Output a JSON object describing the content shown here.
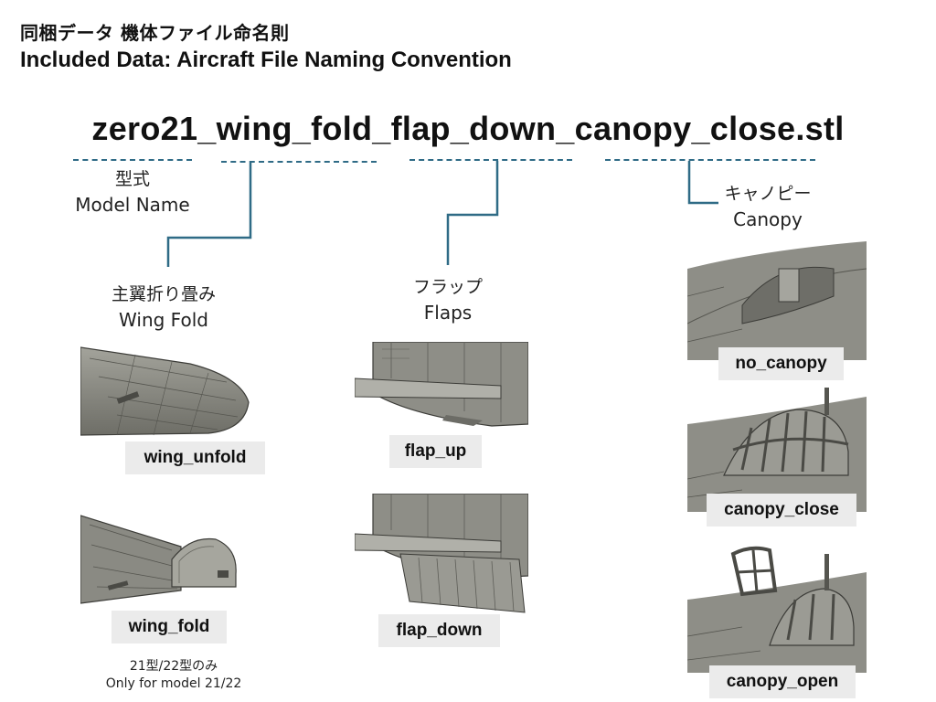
{
  "header": {
    "title_jp": "同梱データ 機体ファイル命名則",
    "title_en": "Included Data: Aircraft File Naming Convention"
  },
  "filename": "zero21_wing_fold_flap_down_canopy_close.stl",
  "categories": {
    "model": {
      "jp": "型式",
      "en": "Model Name"
    },
    "wing": {
      "jp": "主翼折り畳み",
      "en": "Wing Fold"
    },
    "flaps": {
      "jp": "フラップ",
      "en": "Flaps"
    },
    "canopy": {
      "jp": "キャノピー",
      "en": "Canopy"
    }
  },
  "options": {
    "wing_unfold": "wing_unfold",
    "wing_fold": "wing_fold",
    "flap_up": "flap_up",
    "flap_down": "flap_down",
    "no_canopy": "no_canopy",
    "canopy_close": "canopy_close",
    "canopy_open": "canopy_open"
  },
  "note": {
    "jp": "21型/22型のみ",
    "en": "Only for model 21/22"
  },
  "colors": {
    "connector": "#2f6b86",
    "model_gray": "#8c8c84",
    "tag_bg": "#ebebeb"
  }
}
